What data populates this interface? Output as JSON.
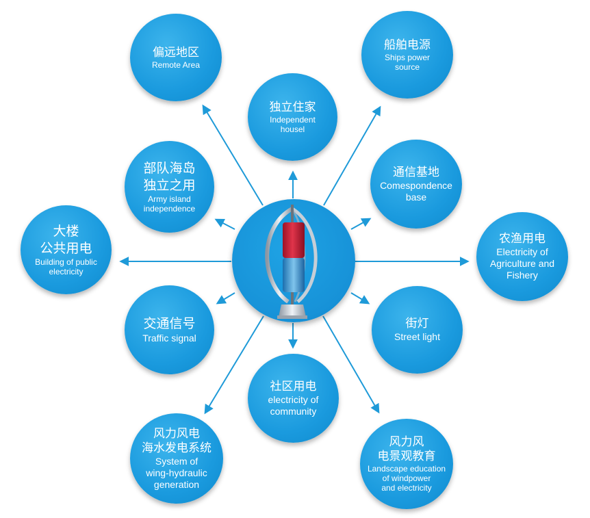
{
  "colors": {
    "node": "#1a9ade",
    "arrow": "#1e9ad8",
    "turbine_red": "#d6243a",
    "turbine_blue": "#2f8fd0"
  },
  "center": {
    "icon": "vertical-axis-wind-turbine-icon"
  },
  "nodes": [
    {
      "id": "remote-area",
      "zh": "偏远地区",
      "en": "Remote Area"
    },
    {
      "id": "ships-power",
      "zh": "船舶电源",
      "en": "Ships power\nsource"
    },
    {
      "id": "independent-house",
      "zh": "独立住家",
      "en": "Independent\nhousel"
    },
    {
      "id": "army-island",
      "zh": "部队海岛\n独立之用",
      "en": "Army island\nindependence"
    },
    {
      "id": "correspondence",
      "zh": "通信基地",
      "en": "Comespondence\nbase"
    },
    {
      "id": "public-building",
      "zh": "大楼\n公共用电",
      "en": "Building of public\nelectricity"
    },
    {
      "id": "agriculture",
      "zh": "农渔用电",
      "en": "Electricity of\nAgriculture and\nFishery"
    },
    {
      "id": "traffic-signal",
      "zh": "交通信号",
      "en": "Traffic signal"
    },
    {
      "id": "street-light",
      "zh": "街灯",
      "en": "Street light"
    },
    {
      "id": "community",
      "zh": "社区用电",
      "en": "electricity of\ncommunity"
    },
    {
      "id": "wing-hydraulic",
      "zh": "风力风电\n海水发电系统",
      "en": "System of\nwing-hydraulic\ngeneration"
    },
    {
      "id": "landscape-edu",
      "zh": "风力风\n电景观教育",
      "en": "Landscape education\nof windpower\nand electricity"
    }
  ]
}
